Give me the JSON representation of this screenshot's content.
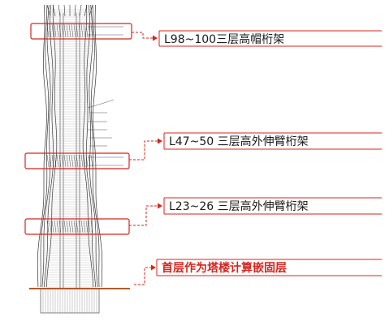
{
  "callouts": [
    {
      "text": "L98~100三层高帽桁架"
    },
    {
      "text": "L47~50 三层高外伸臂桁架"
    },
    {
      "text": "L23~26 三层高外伸臂桁架"
    }
  ],
  "base_note": {
    "text": "首层作为塔楼计算嵌固层"
  },
  "colors": {
    "highlight_red": "#d9231d",
    "ground_line": "#b05a2a",
    "structure": "#333333"
  }
}
